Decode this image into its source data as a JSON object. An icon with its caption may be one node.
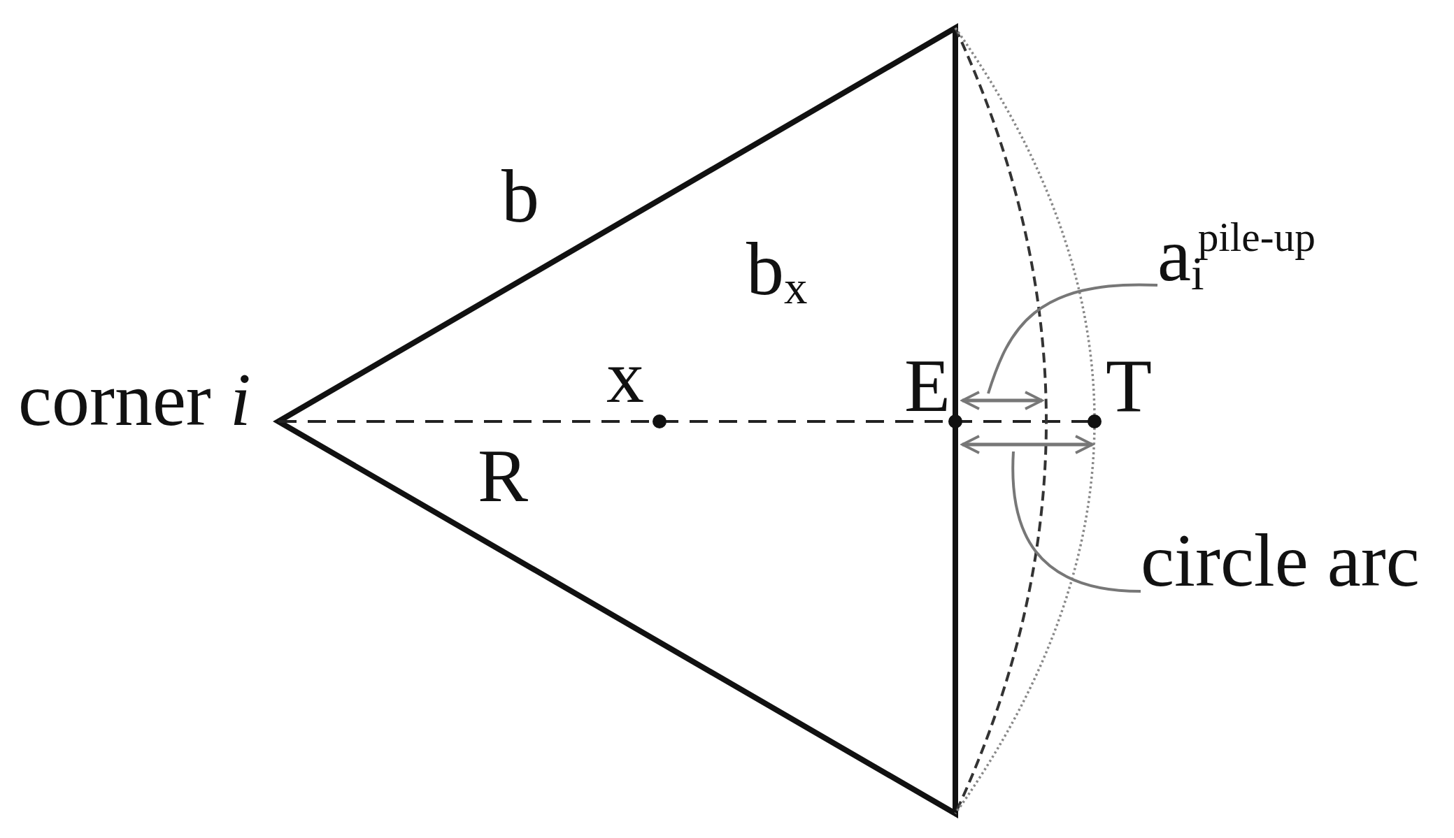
{
  "diagram": {
    "nodes": [
      {
        "text": [
          "a$_{i}$$^{pile-up}$"
        ]
      },
      {
        "text": [],
        "shape": "arrow"
      },
      {
        "text": [],
        "shape": "arrow"
      },
      {
        "text": [
          "circle arc"
        ]
      }
    ],
    "edges": [
      {
        "from": 0,
        "to": 1,
        "arrow": "none"
      },
      {
        "from": 3,
        "to": 2,
        "arrow": "none"
      }
    ],
    "labels": [
      "b",
      "b$_{x}$",
      "corner *i*",
      "x",
      "E",
      "T",
      "R"
    ]
  }
}
